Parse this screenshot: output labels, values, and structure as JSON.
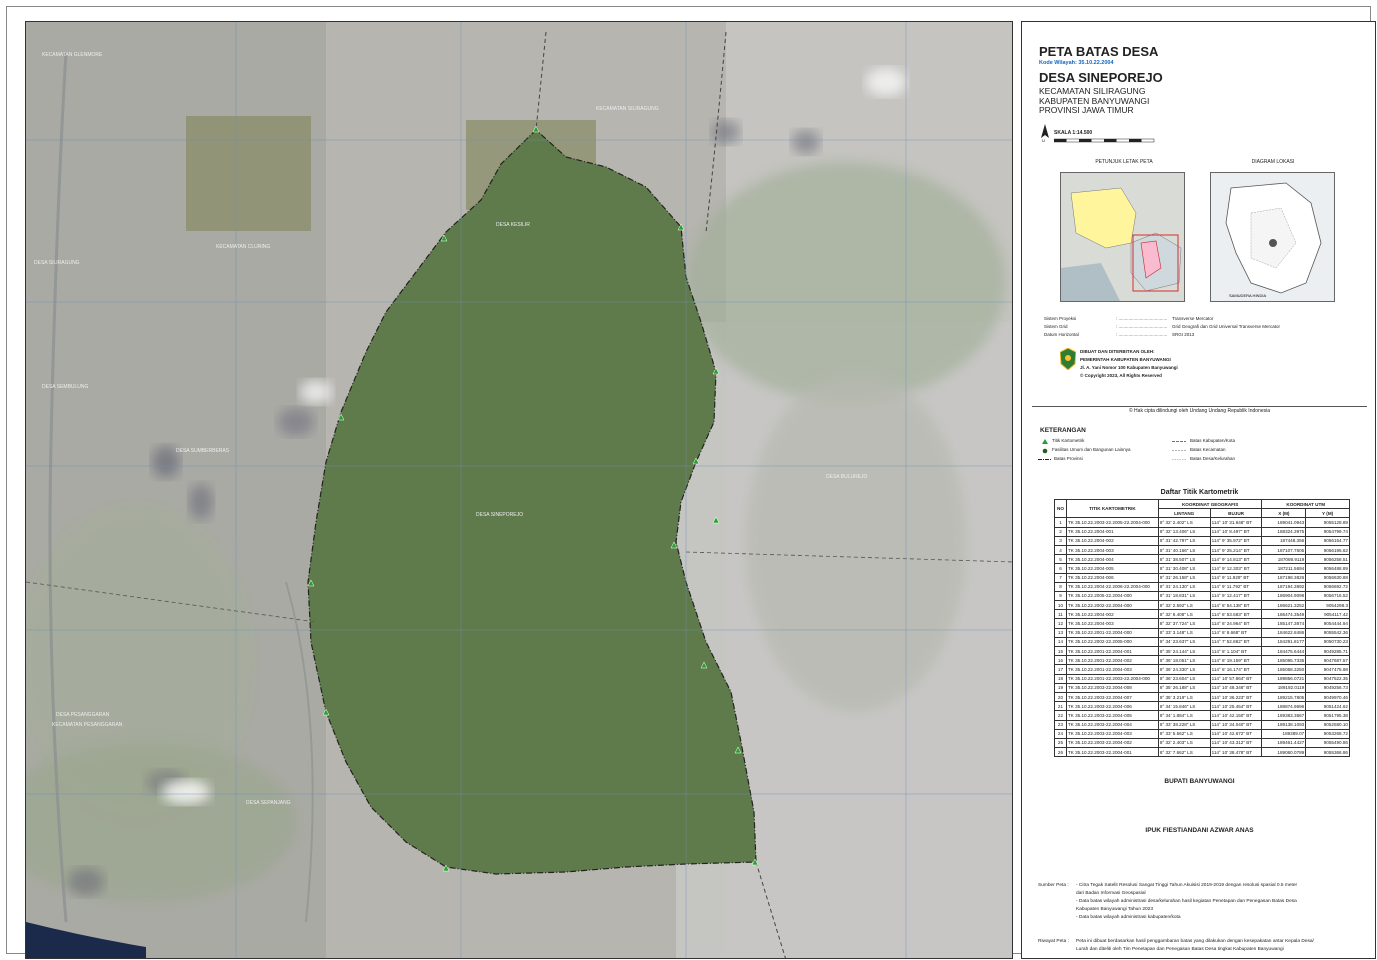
{
  "title": "PETA BATAS DESA",
  "kode_wilayah": "Kode Wilayah: 35.10.22.2004",
  "village_name": "DESA SINEPOREJO",
  "admin": [
    "KECAMATAN SILIRAGUNG",
    "KABUPATEN BANYUWANGI",
    "PROVINSI JAWA TIMUR"
  ],
  "scale": "SKALA 1:14.500",
  "inset_location_title": "PETUNJUK LETAK PETA",
  "inset_diagram_title": "DIAGRAM LOKASI",
  "inset_sea_label": "SAMUDERA HINDIA",
  "projection": [
    {
      "label": "Sistem Proyeksi",
      "value": "Transverse Mercator"
    },
    {
      "label": "Sistem Grid",
      "value": "Grid Geografi dan Grid Universal Transverse Mercator"
    },
    {
      "label": "Datum Horizontal",
      "value": "SRGI 2013"
    }
  ],
  "producer": [
    "DIBUAT DAN DITERBITKAN OLEH:",
    "PEMERINTAH KABUPATEN BANYUWANGI",
    "Jl. A. Yani Nomor 100 Kabupaten Banyuwangi",
    "© Copyright 2023, All Rights Reserved"
  ],
  "copyright_note": "© Hak cipta dilindungi oleh Undang Undang Republik Indonesia",
  "legend_title": "KETERANGAN",
  "legend": [
    {
      "symbol": "triangle",
      "label": "Titik Kartometrik"
    },
    {
      "symbol": "dot",
      "label": "Fasilitas Umum dan Bangunan Lainnya"
    },
    {
      "symbol": "dashdot",
      "label": "Batas Provinsi"
    },
    {
      "symbol": "dash",
      "label": "Batas Kabupaten/Kota"
    },
    {
      "symbol": "dash",
      "label": "Batas Kecamatan"
    },
    {
      "symbol": "dash",
      "label": "Batas Desa/Kelurahan"
    }
  ],
  "table_title": "Daftar Titik Kartometrik",
  "table_headers": {
    "no": "NO",
    "titik": "TITIK KARTOMETRIK",
    "geo": "KOORDINAT GEOGRAFIS",
    "utm": "KOORDINAT UTM",
    "lintang": "LINTANG",
    "bujur": "BUJUR",
    "x": "X (M)",
    "y": "Y (M)"
  },
  "table_rows": [
    [
      "1",
      "TK 35.10.22.2003-22.2005-22.2004-000",
      "8° 32' 2.402\" LS",
      "114° 10' 31.648\" BT",
      "189041.0943",
      "9055128.89"
    ],
    [
      "2",
      "TK 35.10.22.2004-001",
      "8° 32' 13.406\" LS",
      "114° 10' 8.497\" BT",
      "188324.3975",
      "9054799.74"
    ],
    [
      "3",
      "TK 35.10.22.2004-002",
      "8° 31' 42.797\" LS",
      "114° 9' 35.972\" BT",
      "187448.356",
      "9056154.77"
    ],
    [
      "4",
      "TK 35.10.22.2004-003",
      "8° 31' 40.156\" LS",
      "114° 9' 25.214\" BT",
      "187107.7605",
      "9056195.62"
    ],
    [
      "5",
      "TK 35.10.22.2004-004",
      "8° 31' 38.507\" LS",
      "114° 9' 14.813\" BT",
      "187089.9119",
      "9056258.51"
    ],
    [
      "6",
      "TK 35.10.22.2004-005",
      "8° 31' 30.408\" LS",
      "114° 9' 12.303\" BT",
      "187211.5694",
      "9056488.89"
    ],
    [
      "7",
      "TK 35.10.22.2004-006",
      "8° 31' 26.158\" LS",
      "114° 9' 11.929\" BT",
      "187198.3826",
      "9056630.88"
    ],
    [
      "8",
      "TK 35.10.22.2004-22.2006-22.2004-000",
      "8° 31' 24.130\" LS",
      "114° 9' 11.792\" BT",
      "187194.3892",
      "9056692.72"
    ],
    [
      "9",
      "TK 35.10.22.2005-22.2004-000",
      "8° 31' 18.831\" LS",
      "114° 9' 12.417\" BT",
      "186904.9098",
      "9056716.52"
    ],
    [
      "10",
      "TK 35.10.22.2002-22.2004-000",
      "8° 32' 2.592\" LS",
      "114° 8' 54.138\" BT",
      "186621.3252",
      "9054298.3"
    ],
    [
      "11",
      "TK 35.10.22.2004-002",
      "8° 32' 8.408\" LS",
      "114° 8' 53.583\" BT",
      "186474.3549",
      "9054117.42"
    ],
    [
      "12",
      "TK 35.10.22.2004-003",
      "8° 32' 37.724\" LS",
      "114° 8' 24.964\" BT",
      "185147.3874",
      "9054444.94"
    ],
    [
      "13",
      "TK 35.10.22.2001-22.2004-000",
      "8° 33' 3.148\" LS",
      "114° 8' 8.668\" BT",
      "184622.8486",
      "9055542.36"
    ],
    [
      "14",
      "TK 35.10.22.2002-22.2005-000",
      "8° 34' 23.637\" LS",
      "114° 7' 52.862\" BT",
      "184291.8177",
      "9050730.23"
    ],
    [
      "15",
      "TK 35.10.22.2001-22.2004-001",
      "8° 35' 24.144\" LS",
      "114° 8' 1.104\" BT",
      "184475.6444",
      "9049285.71"
    ],
    [
      "16",
      "TK 35.10.22.2001-22.2004-002",
      "8° 36' 18.051\" LS",
      "114° 8' 19.159\" BT",
      "185095.7335",
      "9047687.57"
    ],
    [
      "17",
      "TK 35.10.22.2001-22.2004-003",
      "8° 36' 24.330\" LS",
      "114° 8' 16.174\" BT",
      "185068.3250",
      "9047475.98"
    ],
    [
      "18",
      "TK 35.10.22.2001-22.2003-22.2004-000",
      "8° 36' 23.604\" LS",
      "114° 10' 57.864\" BT",
      "189856.0721",
      "9047522.35"
    ],
    [
      "19",
      "TK 35.10.22.2003-22.2004-008",
      "8° 35' 26.188\" LS",
      "114° 10' 48.346\" BT",
      "189192.0119",
      "9049256.73"
    ],
    [
      "20",
      "TK 35.10.22.2003-22.2004-007",
      "8° 35' 3.219\" LS",
      "114° 10' 36.223\" BT",
      "189215.7805",
      "9049970.46"
    ],
    [
      "21",
      "TK 35.10.22.2003-22.2004-006",
      "8° 34' 15.846\" LS",
      "114° 10' 25.454\" BT",
      "188874.9696",
      "9051424.62"
    ],
    [
      "22",
      "TK 35.10.22.2003-22.2004-005",
      "8° 34' 1.884\" LS",
      "114° 10' 42.150\" BT",
      "189383.3667",
      "9051795.38"
    ],
    [
      "23",
      "TK 35.10.22.2003-22.2004-004",
      "8° 33' 38.228\" LS",
      "114° 10' 34.040\" BT",
      "189138.1093",
      "9052580.10"
    ],
    [
      "24",
      "TK 35.10.22.2003-22.2004-003",
      "8° 33' 5.562\" LS",
      "114° 10' 42.672\" BT",
      "189389.07",
      "9053268.72"
    ],
    [
      "25",
      "TK 35.10.22.2003-22.2004-002",
      "8° 32' 2.403\" LS",
      "114° 10' 43.312\" BT",
      "189461.4427",
      "9055490.86"
    ],
    [
      "26",
      "TK 35.10.22.2003-22.2004-001",
      "8° 32' 7.662\" LS",
      "114° 10' 38.478\" BT",
      "189060.0789",
      "9055366.86"
    ]
  ],
  "signature_office": "BUPATI BANYUWANGI",
  "signature_name": "IPUK FIESTIANDANI AZWAR ANAS",
  "source_label": "Sumber Peta",
  "source_lines": [
    "- Citra Tegak Satelit Resolusi Sangat Tinggi Tahun Akuisisi 2019-2019 dengan resolusi spasial 0.5 meter",
    "  dari Badan Informasi Geospasial",
    "- Data batas wilayah administrasi desa/kelurahan hasil kegiatan Penetapan dan Penegasan Batas Desa",
    "  Kabupaten Banyuwangi Tahun 2023",
    "- Data batas wilayah administrasi kabupaten/kota"
  ],
  "history_label": "Riwayat Peta",
  "history_lines": [
    "Peta ini dibuat berdasarkan hasil penggambaran batas yang dilakukan dengan kesepakatan antar Kepala Desa/",
    "Lurah dan diteliti oleh Tim Penetapan dan Penegasan Batas Desa tingkat Kabupaten Banyuwangi"
  ],
  "map_labels": [
    "DESA SINEPOREJO",
    "DESA KESILIR",
    "DESA SILIRAGUNG",
    "DESA BULUREJO",
    "DESA SEPANJANG",
    "DESA SEMBULUNG",
    "DESA SUMBERBERAS",
    "DESA PESANGGARAN",
    "KECAMATAN SILIRAGUNG",
    "KECAMATAN PESANGGARAN",
    "KECAMATAN CLURING",
    "KECAMATAN GLENMORE"
  ],
  "colors": {
    "boundary": "#222222",
    "green_point": "#22a32a",
    "accent": "#1565c0"
  }
}
